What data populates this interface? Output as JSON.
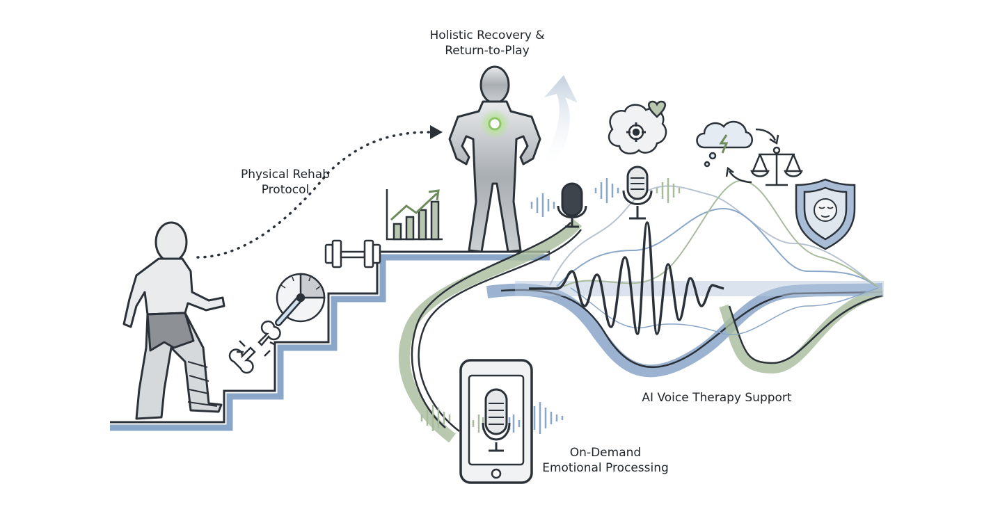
{
  "labels": {
    "holistic_line1": "Holistic Recovery &",
    "holistic_line2": "Return-to-Play",
    "physical_line1": "Physical Rehab",
    "physical_line2": "Protocol",
    "ai_voice": "AI Voice Therapy Support",
    "ondemand_line1": "On-Demand",
    "ondemand_line2": "Emotional Processing"
  },
  "icons": [
    "injured-athlete-icon",
    "broken-bone-icon",
    "cycling-gauge-icon",
    "dumbbell-icon",
    "growth-chart-icon",
    "recovered-athlete-icon",
    "brain-gear-heart-icon",
    "storm-cloud-icon",
    "balance-scale-icon",
    "calm-shield-icon",
    "microphone-icon",
    "smartphone-microphone-icon"
  ],
  "colors": {
    "ink": "#2b3138",
    "blue": "#7f9ec5",
    "green": "#a8bb9c",
    "gray": "#c9ccd0",
    "accent_green": "#9fcf7a"
  }
}
